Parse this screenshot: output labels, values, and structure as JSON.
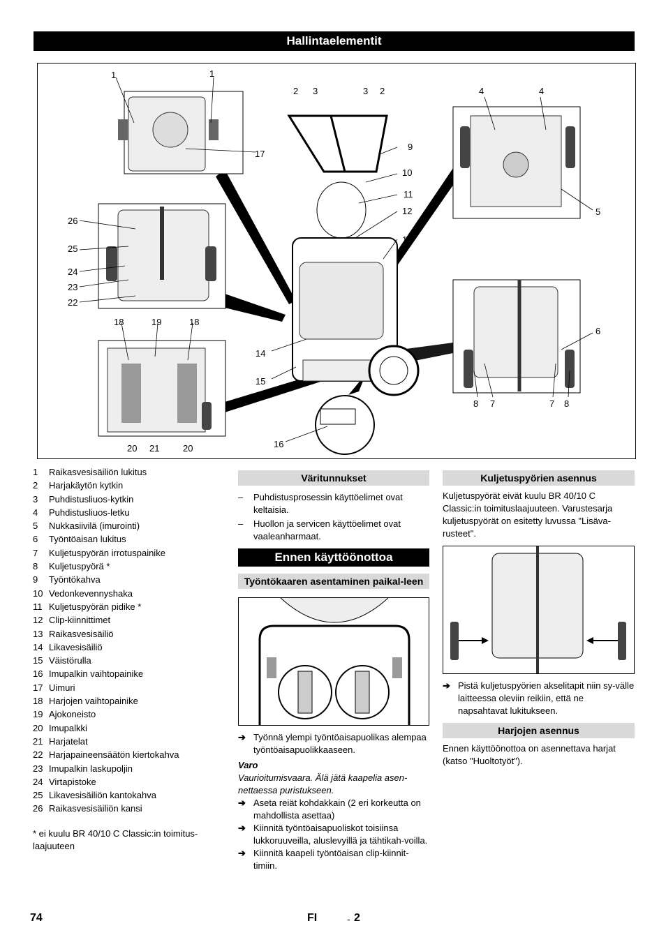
{
  "header": {
    "title": "Hallintaelementit"
  },
  "figure_callouts": [
    "1",
    "1",
    "17",
    "26",
    "25",
    "24",
    "23",
    "22",
    "18",
    "19",
    "18",
    "20",
    "21",
    "20",
    "2",
    "3",
    "3",
    "2",
    "9",
    "10",
    "11",
    "12",
    "13",
    "14",
    "15",
    "16",
    "4",
    "4",
    "5",
    "6",
    "8",
    "7",
    "7",
    "8"
  ],
  "legend": [
    {
      "num": "1",
      "text": "Raikasvesisäiliön lukitus"
    },
    {
      "num": "2",
      "text": "Harjakäytön kytkin"
    },
    {
      "num": "3",
      "text": "Puhdistusliuos-kytkin"
    },
    {
      "num": "4",
      "text": "Puhdistusliuos-letku"
    },
    {
      "num": "5",
      "text": "Nukkasiivilä (imurointi)"
    },
    {
      "num": "6",
      "text": "Työntöaisan lukitus"
    },
    {
      "num": "7",
      "text": "Kuljetuspyörän irrotuspainike"
    },
    {
      "num": "8",
      "text": "Kuljetuspyörä *"
    },
    {
      "num": "9",
      "text": "Työntökahva"
    },
    {
      "num": "10",
      "text": "Vedonkevennyshaka"
    },
    {
      "num": "11",
      "text": "Kuljetuspyörän pidike *"
    },
    {
      "num": "12",
      "text": "Clip-kiinnittimet"
    },
    {
      "num": "13",
      "text": "Raikasvesisäiliö"
    },
    {
      "num": "14",
      "text": "Likavesisäiliö"
    },
    {
      "num": "15",
      "text": "Väistörulla"
    },
    {
      "num": "16",
      "text": "Imupalkin vaihtopainike"
    },
    {
      "num": "17",
      "text": "Uimuri"
    },
    {
      "num": "18",
      "text": "Harjojen vaihtopainike"
    },
    {
      "num": "19",
      "text": "Ajokoneisto"
    },
    {
      "num": "20",
      "text": "Imupalkki"
    },
    {
      "num": "21",
      "text": "Harjatelat"
    },
    {
      "num": "22",
      "text": "Harjapaineensäätön kiertokahva"
    },
    {
      "num": "23",
      "text": "Imupalkin laskupoljin"
    },
    {
      "num": "24",
      "text": "Virtapistoke"
    },
    {
      "num": "25",
      "text": "Likavesisäiliön kantokahva"
    },
    {
      "num": "26",
      "text": "Raikasvesisäiliön kansi"
    }
  ],
  "footnote": "* ei kuulu BR 40/10 C Classic:in toimitus-laajuuteen",
  "colors": {
    "title": "Väritunnukset",
    "items": [
      "Puhdistusprosessin käyttöelimet ovat keltaisia.",
      "Huollon ja servicen käyttöelimet ovat vaaleanharmaat."
    ]
  },
  "startup": {
    "title": "Ennen käyttöönottoa",
    "subtitle": "Työntökaaren asentaminen paikal-leen",
    "steps1": [
      "Työnnä ylempi työntöaisapuolikas alempaa työntöaisapuolikkaaseen."
    ],
    "warning_label": "Varo",
    "warning_text": "Vaurioitumisvaara. Älä jätä kaapelia asen-nettaessa puristukseen.",
    "steps2": [
      "Aseta reiät kohdakkain (2 eri korkeutta on mahdollista asettaa)",
      "Kiinnitä työntöaisapuoliskot toisiinsa lukkoruuveilla, aluslevyillä ja tähtikah-voilla.",
      "Kiinnitä kaapeli työntöaisan clip-kiinnit-timiin."
    ]
  },
  "wheels": {
    "title": "Kuljetuspyörien asennus",
    "text": "Kuljetuspyörät eivät kuulu BR 40/10 C Classic:in toimituslaajuuteen. Varustesarja kuljetuspyörät on esitetty luvussa \"Lisäva-rusteet\".",
    "step": "Pistä kuljetuspyörien akselitapit niin sy-välle laitteessa oleviin reikiin, että ne napsahtavat lukitukseen."
  },
  "brushes": {
    "title": "Harjojen asennus",
    "text": "Ennen käyttöönottoa on asennettava harjat (katso \"Huoltotyöt\")."
  },
  "footer": {
    "page": "74",
    "lang": "FI",
    "sep": "-",
    "num": "2"
  },
  "arrow_glyph": "➔",
  "dash_glyph": "–"
}
